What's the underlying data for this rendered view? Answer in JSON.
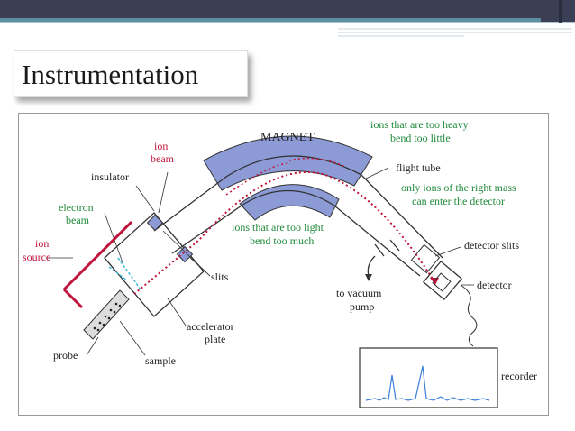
{
  "slide": {
    "title": "Instrumentation"
  },
  "diagram": {
    "labels": {
      "magnet": "MAGNET",
      "ion_beam_line1": "ion",
      "ion_beam_line2": "beam",
      "insulator": "insulator",
      "electron_beam_line1": "electron",
      "electron_beam_line2": "beam",
      "ion_source_line1": "ion",
      "ion_source_line2": "source",
      "probe": "probe",
      "sample": "sample",
      "accelerator_plate_line1": "accelerator",
      "accelerator_plate_line2": "plate",
      "slits": "slits",
      "too_light_line1": "ions that are too light",
      "too_light_line2": "bend too much",
      "too_heavy_line1": "ions that are too heavy",
      "too_heavy_line2": "bend too little",
      "flight_tube": "flight tube",
      "right_mass_line1": "only ions of the right mass",
      "right_mass_line2": "can enter the detector",
      "detector_slits": "detector slits",
      "detector": "detector",
      "vacuum_line1": "to vacuum",
      "vacuum_line2": "pump",
      "recorder": "recorder"
    },
    "colors": {
      "green_text": "#1f8a3a",
      "red_text": "#c0143c",
      "magnet_fill": "#8c9ad6",
      "ion_source_red": "#c0143c",
      "beam_red": "#c0143c",
      "electron_cyan": "#3fb8d6",
      "recorder_blue": "#3a7fd8"
    }
  }
}
